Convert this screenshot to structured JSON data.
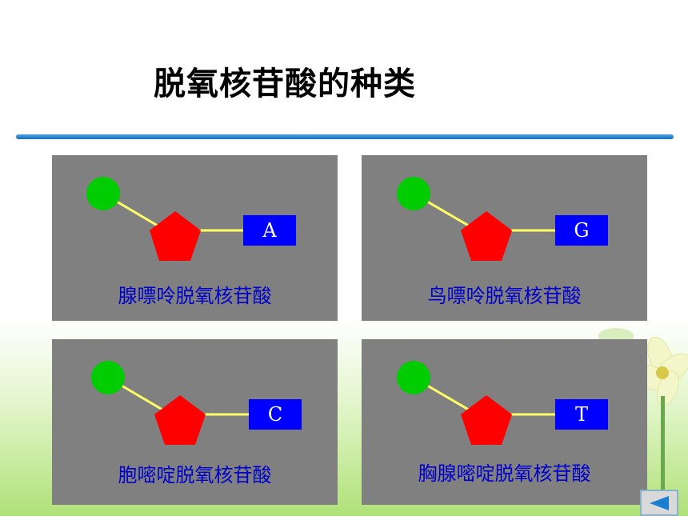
{
  "title": "脱氧核苷酸的种类",
  "colors": {
    "panel_bg": "#808080",
    "phosphate": "#00cc00",
    "sugar": "#ff0000",
    "bond": "#ffff66",
    "base_box": "#0000ff",
    "label_text": "#0000cc",
    "title_line": "#1a6fb8"
  },
  "panels": [
    {
      "base": "A",
      "name": "腺嘌呤脱氧核苷酸"
    },
    {
      "base": "G",
      "name": "鸟嘌呤脱氧核苷酸"
    },
    {
      "base": "C",
      "name": "胞嘧啶脱氧核苷酸"
    },
    {
      "base": "T",
      "name": "胸腺嘧啶脱氧核苷酸"
    }
  ],
  "nav": {
    "back_icon": "triangle-left-icon"
  }
}
